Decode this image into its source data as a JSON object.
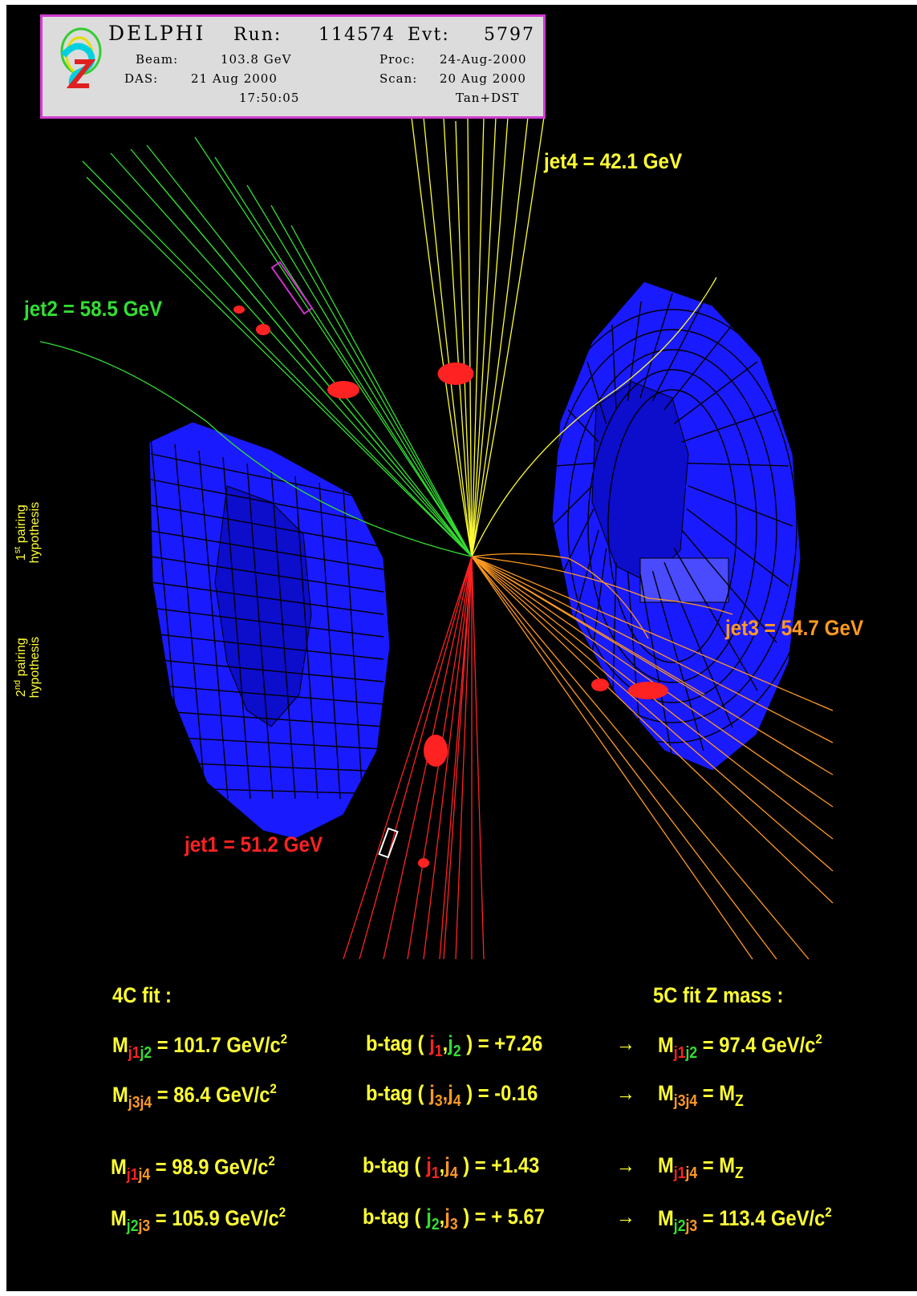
{
  "header": {
    "detector": "DELPHI",
    "run_label": "Run:",
    "run": "114574",
    "evt_label": "Evt:",
    "evt": "5797",
    "beam_label": "Beam:",
    "beam": "103.8 GeV",
    "proc_label": "Proc:",
    "proc": "24-Aug-2000",
    "das_label": "DAS:",
    "das": "21 Aug 2000",
    "das_time": "17:50:05",
    "scan_label": "Scan:",
    "scan": "20 Aug 2000",
    "tag": "Tan+DST"
  },
  "jets": {
    "jet1": "jet1 = 51.2 GeV",
    "jet2": "jet2 = 58.5 GeV",
    "jet3": "jet3 = 54.7 GeV",
    "jet4": "jet4 = 42.1 GeV"
  },
  "colors": {
    "jet1": "#ff2222",
    "jet2": "#33dd33",
    "jet3": "#ff9922",
    "jet4": "#ffff33",
    "calorimeter": "#1a1aff",
    "frame_border": "#d23cd2"
  },
  "fits": {
    "fit4c_title": "4C fit :",
    "fit5c_title": "5C fit Z mass :",
    "arrow": "→",
    "M": "M",
    "btag": "b-tag (",
    "close": ")",
    "comma": ",",
    "unit": "GeV/c",
    "unit_sq": "2",
    "MZ_sub": "Z",
    "pairing1_label_a": "1",
    "pairing1_label_sup": "st",
    "pairing1_label_b": "pairing",
    "pairing1_label_c": "hypothesis",
    "pairing2_label_a": "2",
    "pairing2_label_sup": "nd",
    "pairing2_label_b": "pairing",
    "pairing2_label_c": "hypothesis",
    "j1": "j",
    "j1_sub": "1",
    "j2": "j",
    "j2_sub": "2",
    "j3": "j",
    "j3_sub": "3",
    "j4": "j",
    "j4_sub": "4",
    "m_j1j2": "= 101.7 GeV/c",
    "m_j3j4": "= 86.4 GeV/c",
    "m_j1j4": "= 98.9 GeV/c",
    "m_j2j3": "= 105.9 GeV/c",
    "bt_12": "= +7.26",
    "bt_34": "= -0.16",
    "bt_14": "= +1.43",
    "bt_23": "= + 5.67",
    "fit5_12": "= 97.4 GeV/c",
    "fit5_34": "= M",
    "fit5_14": "= M",
    "fit5_23": "= 113.4 GeV/c"
  }
}
